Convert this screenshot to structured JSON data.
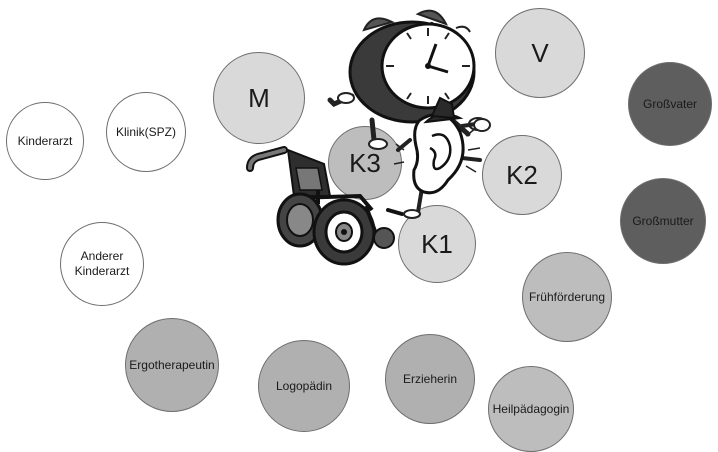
{
  "nodes": {
    "kinderarzt": "Kinderarzt",
    "klinik": "Klinik(SPZ)",
    "anderer": "Anderer\nKinderarzt",
    "m": "M",
    "v": "V",
    "k1": "K1",
    "k2": "K2",
    "k3": "K3",
    "grossvater": "Großvater",
    "grossmutter": "Großmutter",
    "fruehfoerderung": "Frühförderung",
    "ergotherapeutin": "Ergotherapeutin",
    "logopaedin": "Logopädin",
    "erzieherin": "Erzieherin",
    "heilpaedagogin": "Heilpädagogin"
  },
  "icons": [
    "alarm-clock-icon",
    "wheelchair-icon",
    "ear-icon"
  ],
  "colors": {
    "white": "#ffffff",
    "light_grey": "#d9d9d9",
    "mid_grey": "#bdbdbd",
    "dark_grey": "#5e5e5e",
    "outline": "#6e6e6e"
  }
}
